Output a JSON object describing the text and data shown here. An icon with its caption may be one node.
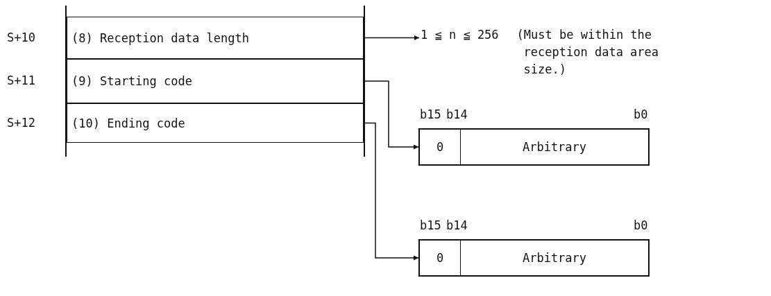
{
  "diagram": {
    "nodes": [
      {
        "text": [
          "(8) Reception data length"
        ],
        "beside": [
          "S+10"
        ]
      },
      {
        "text": [
          "(9) Starting code"
        ],
        "beside": [
          "S+11"
        ]
      },
      {
        "text": [
          "(10) Ending code"
        ],
        "beside": [
          "S+12"
        ]
      },
      {
        "text": [
          "1 ≦ n ≦ 256",
          "(Must be within the reception data area size.)"
        ]
      },
      {
        "text": [
          "0",
          "Arbitrary"
        ],
        "beside": [
          "b15",
          "b14",
          "b0"
        ]
      },
      {
        "text": [
          "0",
          "Arbitrary"
        ],
        "beside": [
          "b15",
          "b14",
          "b0"
        ]
      }
    ],
    "edges": [
      {
        "from": 0,
        "to": 3,
        "arrow": "to"
      },
      {
        "from": 1,
        "to": 4,
        "arrow": "to"
      },
      {
        "from": 2,
        "to": 5,
        "arrow": "to"
      }
    ]
  }
}
